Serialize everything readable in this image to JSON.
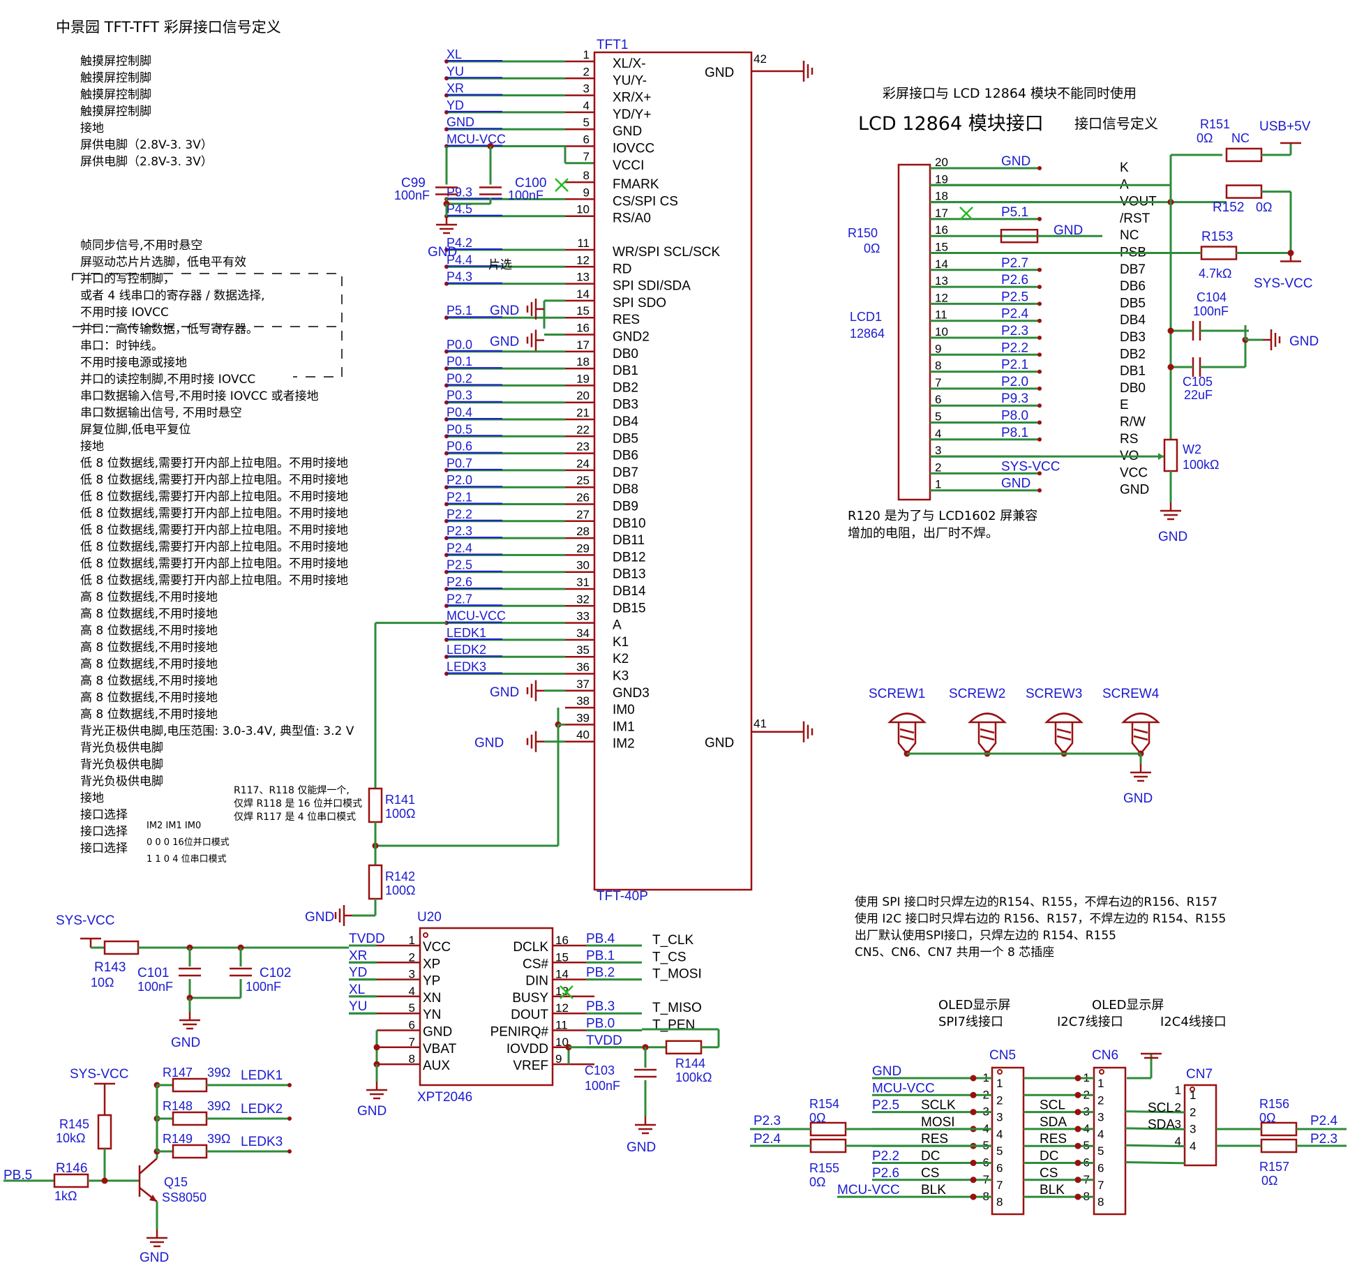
{
  "title": "中景园 TFT-TFT 彩屏接口信号定义",
  "tft": {
    "ref": "TFT1",
    "part": "TFT-40P",
    "gnd_top_pin": "42",
    "gnd_bot_pin": "41",
    "gnd_label": "GND",
    "pins": [
      {
        "n": "1",
        "net": "XL",
        "name": "XL/X-"
      },
      {
        "n": "2",
        "net": "YU",
        "name": "YU/Y-"
      },
      {
        "n": "3",
        "net": "XR",
        "name": "XR/X+"
      },
      {
        "n": "4",
        "net": "YD",
        "name": "YD/Y+"
      },
      {
        "n": "5",
        "net": "GND",
        "name": "GND"
      },
      {
        "n": "6",
        "net": "MCU-VCC",
        "name": "IOVCC"
      },
      {
        "n": "7",
        "net": "",
        "name": "VCCI"
      },
      {
        "n": "8",
        "net": "",
        "name": "FMARK"
      },
      {
        "n": "9",
        "net": "P9.3",
        "name": "CS/SPI CS"
      },
      {
        "n": "10",
        "net": "P4.5",
        "name": "RS/A0"
      },
      {
        "n": "11",
        "net": "P4.2",
        "name": "WR/SPI SCL/SCK"
      },
      {
        "n": "12",
        "net": "P4.4",
        "name": "RD"
      },
      {
        "n": "13",
        "net": "P4.3",
        "name": "SPI SDI/SDA"
      },
      {
        "n": "14",
        "net": "",
        "name": "SPI SDO"
      },
      {
        "n": "15",
        "net": "P5.1",
        "name": "RES"
      },
      {
        "n": "16",
        "net": "",
        "name": "GND2"
      },
      {
        "n": "17",
        "net": "P0.0",
        "name": "DB0"
      },
      {
        "n": "18",
        "net": "P0.1",
        "name": "DB1"
      },
      {
        "n": "19",
        "net": "P0.2",
        "name": "DB2"
      },
      {
        "n": "20",
        "net": "P0.3",
        "name": "DB3"
      },
      {
        "n": "21",
        "net": "P0.4",
        "name": "DB4"
      },
      {
        "n": "22",
        "net": "P0.5",
        "name": "DB5"
      },
      {
        "n": "23",
        "net": "P0.6",
        "name": "DB6"
      },
      {
        "n": "24",
        "net": "P0.7",
        "name": "DB7"
      },
      {
        "n": "25",
        "net": "P2.0",
        "name": "DB8"
      },
      {
        "n": "26",
        "net": "P2.1",
        "name": "DB9"
      },
      {
        "n": "27",
        "net": "P2.2",
        "name": "DB10"
      },
      {
        "n": "28",
        "net": "P2.3",
        "name": "DB11"
      },
      {
        "n": "29",
        "net": "P2.4",
        "name": "DB12"
      },
      {
        "n": "30",
        "net": "P2.5",
        "name": "DB13"
      },
      {
        "n": "31",
        "net": "P2.6",
        "name": "DB14"
      },
      {
        "n": "32",
        "net": "P2.7",
        "name": "DB15"
      },
      {
        "n": "33",
        "net": "MCU-VCC",
        "name": "A"
      },
      {
        "n": "34",
        "net": "LEDK1",
        "name": "K1"
      },
      {
        "n": "35",
        "net": "LEDK2",
        "name": "K2"
      },
      {
        "n": "36",
        "net": "LEDK3",
        "name": "K3"
      },
      {
        "n": "37",
        "net": "",
        "name": "GND3"
      },
      {
        "n": "38",
        "net": "",
        "name": "IM0"
      },
      {
        "n": "39",
        "net": "",
        "name": "IM1"
      },
      {
        "n": "40",
        "net": "",
        "name": "IM2"
      }
    ]
  },
  "tft_gnd_labels": {
    "g5": "GND",
    "g14": "GND",
    "g16": "GND",
    "g37": "GND",
    "g40": "GND",
    "cs_note": "片选"
  },
  "tft_caps": {
    "c99": "C99",
    "c99v": "100nF",
    "c100": "C100",
    "c100v": "100nF"
  },
  "left_notes": [
    "触摸屏控制脚",
    "触摸屏控制脚",
    "触摸屏控制脚",
    "触摸屏控制脚",
    "接地",
    "屏供电脚（2.8V-3. 3V）",
    "屏供电脚（2.8V-3. 3V）",
    "帧同步信号,不用时悬空",
    "屏驱动芯片片选脚，低电平有效",
    "并口的写控制脚，",
    "或者 4 线串口的寄存器 / 数据选择,",
    "不用时接 IOVCC",
    "并口：高传输数据，低写寄存器。",
    "串口：时钟线。",
    "不用时接电源或接地",
    "并口的读控制脚,不用时接 IOVCC",
    "串口数据输入信号,不用时接 IOVCC 或者接地",
    "串口数据输出信号, 不用时悬空",
    "屏复位脚,低电平复位",
    "接地",
    "低 8 位数据线,需要打开内部上拉电阻。不用时接地",
    "低 8 位数据线,需要打开内部上拉电阻。不用时接地",
    "低 8 位数据线,需要打开内部上拉电阻。不用时接地",
    "低 8 位数据线,需要打开内部上拉电阻。不用时接地",
    "低 8 位数据线,需要打开内部上拉电阻。不用时接地",
    "低 8 位数据线,需要打开内部上拉电阻。不用时接地",
    "低 8 位数据线,需要打开内部上拉电阻。不用时接地",
    "低 8 位数据线,需要打开内部上拉电阻。不用时接地",
    "高 8 位数据线,不用时接地",
    "高 8 位数据线,不用时接地",
    "高 8 位数据线,不用时接地",
    "高 8 位数据线,不用时接地",
    "高 8 位数据线,不用时接地",
    "高 8 位数据线,不用时接地",
    "高 8 位数据线,不用时接地",
    "高 8 位数据线,不用时接地",
    "背光正极供电脚,电压范围: 3.0-3.4V, 典型值: 3.2 V",
    "背光负极供电脚",
    "背光负极供电脚",
    "背光负极供电脚",
    "接地",
    "接口选择",
    "接口选择",
    "接口选择"
  ],
  "im_table": {
    "header": "IM2 IM1 IM0",
    "row1": "0     0     0     16位并口模式",
    "row2": "1     1     0     4 位串口模式"
  },
  "r117_note": [
    "R117、R118 仅能焊一个,",
    "仅焊 R118 是 16 位并口模式",
    "仅焊 R117 是 4 位串口模式"
  ],
  "r141": {
    "ref": "R141",
    "val": "100Ω"
  },
  "r142": {
    "ref": "R142",
    "val": "100Ω",
    "gnd": "GND"
  },
  "lcd": {
    "warning": "彩屏接口与 LCD 12864 模块不能同时使用",
    "title": "LCD 12864 模块接口",
    "subtitle": "接口信号定义",
    "ref": "LCD1",
    "part": "12864",
    "pins": [
      {
        "n": "20",
        "net": "GND",
        "sig": "K"
      },
      {
        "n": "19",
        "net": "",
        "sig": "A"
      },
      {
        "n": "18",
        "net": "",
        "sig": "VOUT"
      },
      {
        "n": "17",
        "net": "P5.1",
        "sig": "/RST"
      },
      {
        "n": "16",
        "net": "GND",
        "sig": "NC"
      },
      {
        "n": "15",
        "net": "",
        "sig": "PSB"
      },
      {
        "n": "14",
        "net": "P2.7",
        "sig": "DB7"
      },
      {
        "n": "13",
        "net": "P2.6",
        "sig": "DB6"
      },
      {
        "n": "12",
        "net": "P2.5",
        "sig": "DB5"
      },
      {
        "n": "11",
        "net": "P2.4",
        "sig": "DB4"
      },
      {
        "n": "10",
        "net": "P2.3",
        "sig": "DB3"
      },
      {
        "n": "9",
        "net": "P2.2",
        "sig": "DB2"
      },
      {
        "n": "8",
        "net": "P2.1",
        "sig": "DB1"
      },
      {
        "n": "7",
        "net": "P2.0",
        "sig": "DB0"
      },
      {
        "n": "6",
        "net": "P9.3",
        "sig": "E"
      },
      {
        "n": "5",
        "net": "P8.0",
        "sig": "R/W"
      },
      {
        "n": "4",
        "net": "P8.1",
        "sig": "RS"
      },
      {
        "n": "3",
        "net": "",
        "sig": "VO"
      },
      {
        "n": "2",
        "net": "SYS-VCC",
        "sig": "VCC"
      },
      {
        "n": "1",
        "net": "GND",
        "sig": "GND"
      }
    ],
    "r150": "R150",
    "r150v": "0Ω",
    "r151": "R151",
    "r151v": "0Ω",
    "nc": "NC",
    "r152": "R152",
    "r152v": "0Ω",
    "r153": "R153",
    "r153v": "4.7kΩ",
    "usb": "USB+5V",
    "sysvcc": "SYS-VCC",
    "c104": "C104",
    "c104v": "100nF",
    "c105": "C105",
    "c105v": "22uF",
    "w2": "W2",
    "w2v": "100kΩ",
    "gnd": "GND",
    "note": [
      "R120 是为了与 LCD1602 屏兼容",
      "增加的电阻，出厂时不焊。"
    ]
  },
  "screws": {
    "labels": [
      "SCREW1",
      "SCREW2",
      "SCREW3",
      "SCREW4"
    ],
    "gnd": "GND"
  },
  "spi_notes": [
    "使用 SPI 接口时只焊左边的R154、R155，不焊右边的R156、R157",
    "使用 I2C 接口时只焊右边的 R156、R157，不焊左边的 R154、R155",
    "出厂默认使用SPI接口，只焊左边的 R154、R155",
    "CN5、CN6、CN7 共用一个 8 芯插座"
  ],
  "oled": {
    "t1": "OLED显示屏",
    "t1b": "SPI7线接口",
    "t2": "OLED显示屏",
    "t2b": "I2C7线接口",
    "t3": "I2C4线接口",
    "cn5": "CN5",
    "cn6": "CN6",
    "cn7": "CN7",
    "nets": [
      "GND",
      "MCU-VCC",
      "P2.5",
      "",
      "",
      "P2.2",
      "P2.6",
      "MCU-VCC"
    ],
    "sigs5": [
      "",
      "",
      "SCLK",
      "MOSI",
      "RES",
      "DC",
      "CS",
      "BLK"
    ],
    "sigs6": [
      "",
      "",
      "SCL",
      "SDA",
      "RES",
      "DC",
      "CS",
      "BLK"
    ],
    "sigs7": [
      "",
      "SCL",
      "SDA",
      ""
    ],
    "r154": "R154",
    "r154v": "0Ω",
    "r155": "R155",
    "r155v": "0Ω",
    "r156": "R156",
    "r156v": "0Ω",
    "r157": "R157",
    "r157v": "0Ω",
    "p23": "P2.3",
    "p24": "P2.4",
    "p24r": "P2.4",
    "p23r": "P2.3"
  },
  "xpt": {
    "ref": "U20",
    "part": "XPT2046",
    "left": [
      {
        "n": "1",
        "net": "TVDD",
        "name": "VCC"
      },
      {
        "n": "2",
        "net": "XR",
        "name": "XP"
      },
      {
        "n": "3",
        "net": "YD",
        "name": "YP"
      },
      {
        "n": "4",
        "net": "XL",
        "name": "XN"
      },
      {
        "n": "5",
        "net": "YU",
        "name": "YN"
      },
      {
        "n": "6",
        "net": "",
        "name": "GND"
      },
      {
        "n": "7",
        "net": "",
        "name": "VBAT"
      },
      {
        "n": "8",
        "net": "",
        "name": "AUX"
      }
    ],
    "right": [
      {
        "n": "16",
        "net": "PB.4",
        "name": "DCLK",
        "sig": "T_CLK"
      },
      {
        "n": "15",
        "net": "PB.1",
        "name": "CS#",
        "sig": "T_CS"
      },
      {
        "n": "14",
        "net": "PB.2",
        "name": "DIN",
        "sig": "T_MOSI"
      },
      {
        "n": "13",
        "net": "",
        "name": "BUSY",
        "sig": ""
      },
      {
        "n": "12",
        "net": "PB.3",
        "name": "DOUT",
        "sig": "T_MISO"
      },
      {
        "n": "11",
        "net": "PB.0",
        "name": "PENIRQ#",
        "sig": "T_PEN"
      },
      {
        "n": "10",
        "net": "TVDD",
        "name": "IOVDD",
        "sig": ""
      },
      {
        "n": "9",
        "net": "",
        "name": "VREF",
        "sig": ""
      }
    ],
    "gnd_top": "GND",
    "gnd_left": "GND",
    "sysvcc": "SYS-VCC",
    "r143": "R143",
    "r143v": "10Ω",
    "c101": "C101",
    "c101v": "100nF",
    "c102": "C102",
    "c102v": "100nF",
    "c103": "C103",
    "c103v": "100nF",
    "r144": "R144",
    "r144v": "100kΩ",
    "gnd_c": "GND",
    "gnd_c103": "GND"
  },
  "backlight": {
    "sysvcc": "SYS-VCC",
    "r147": "R147",
    "r147v": "39Ω",
    "k1": "LEDK1",
    "r148": "R148",
    "r148v": "39Ω",
    "k2": "LEDK2",
    "r149": "R149",
    "r149v": "39Ω",
    "k3": "LEDK3",
    "r145": "R145",
    "r145v": "10kΩ",
    "r146": "R146",
    "r146v": "1kΩ",
    "pb5": "PB.5",
    "q15": "Q15",
    "q15v": "SS8050",
    "gnd": "GND"
  }
}
